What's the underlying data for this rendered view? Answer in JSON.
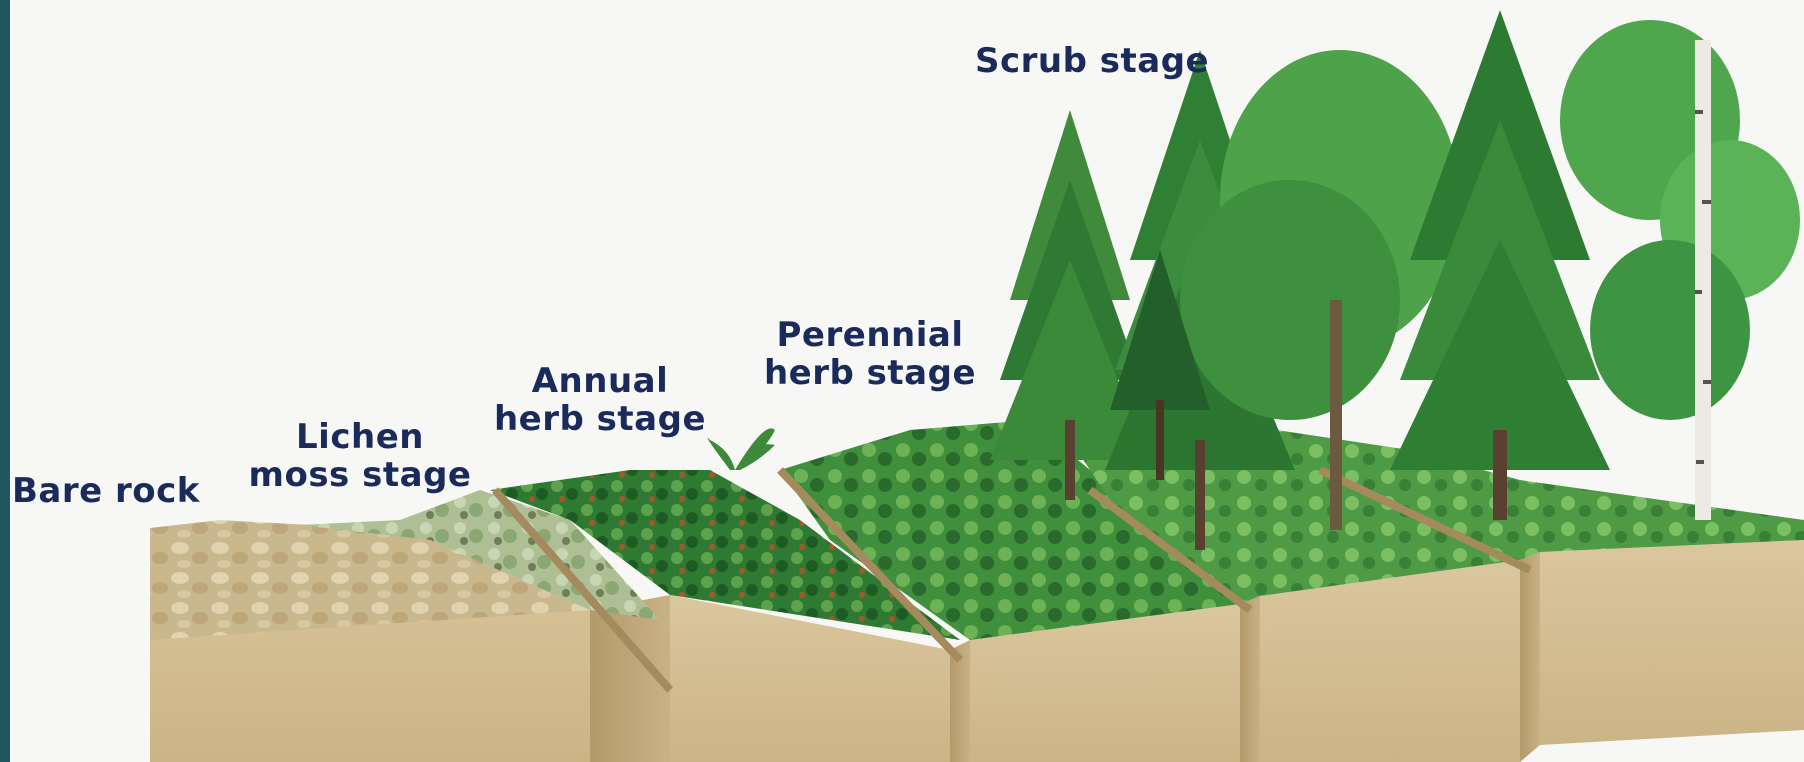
{
  "diagram": {
    "labels": {
      "bare_rock": "Bare rock",
      "lichen_moss": "Lichen\nmoss stage",
      "annual_herb": "Annual\nherb stage",
      "perennial_herb": "Perennial\nherb stage",
      "scrub": "Scrub stage"
    },
    "colors": {
      "frame": "#1e5760",
      "background": "#f7f8f6",
      "soil": "#d9c49a",
      "rock": "#cdb88a",
      "lichen": "#9fbf8a",
      "herb": "#3f8a3a",
      "tree": "#2f8a3c",
      "birch": "#eceae2",
      "label": "#1a2a5a"
    }
  }
}
